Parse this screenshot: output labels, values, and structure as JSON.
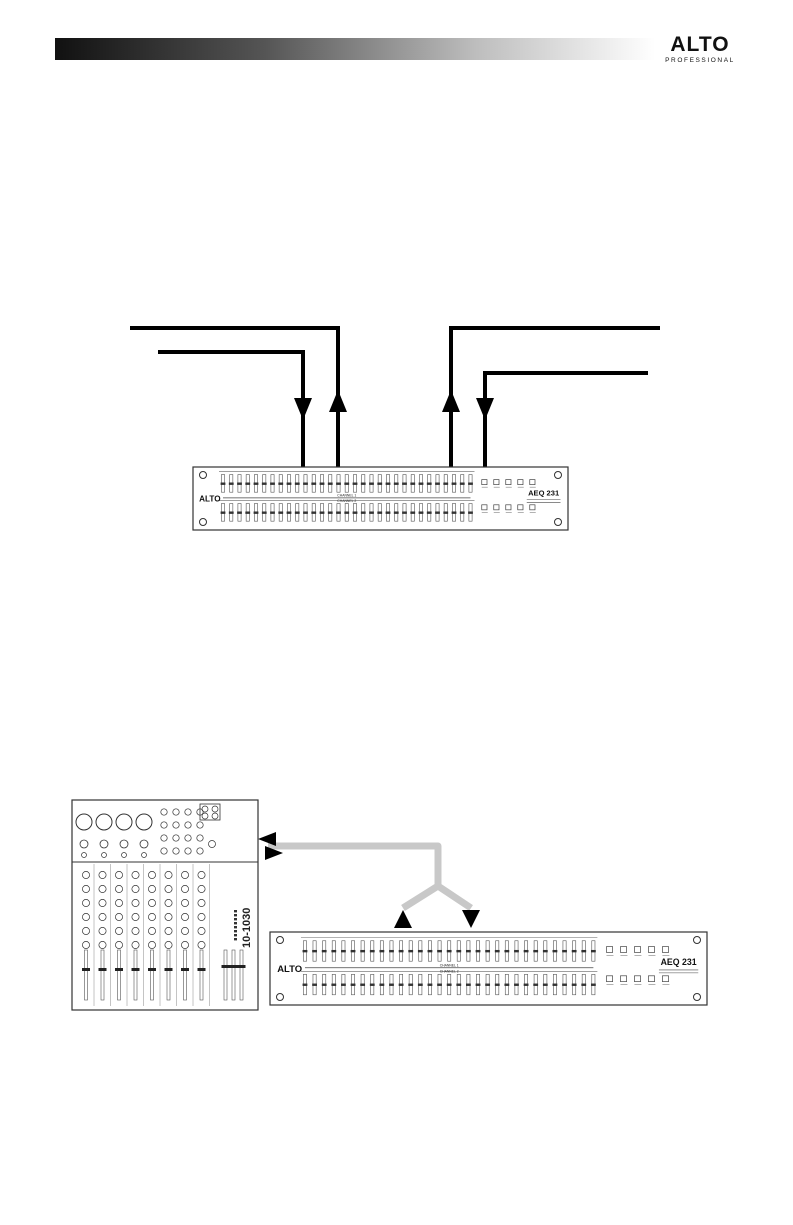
{
  "header": {
    "logo_text": "ALTO",
    "logo_subtext": "PROFESSIONAL"
  },
  "equalizer_top": {
    "brand": "ALTO",
    "model": "AEQ",
    "model_number": "231",
    "channel_1_label": "CHANNEL 1",
    "channel_2_label": "CHANNEL 2"
  },
  "equalizer_bottom": {
    "brand": "ALTO",
    "model": "AEQ",
    "model_number": "231",
    "channel_1_label": "CHANNEL 1",
    "channel_2_label": "CHANNEL 2"
  },
  "mixer": {
    "model_label": "10-1030"
  },
  "colors": {
    "line": "#000000",
    "insert_cable": "#c8c8c8",
    "device_outline": "#333333"
  }
}
